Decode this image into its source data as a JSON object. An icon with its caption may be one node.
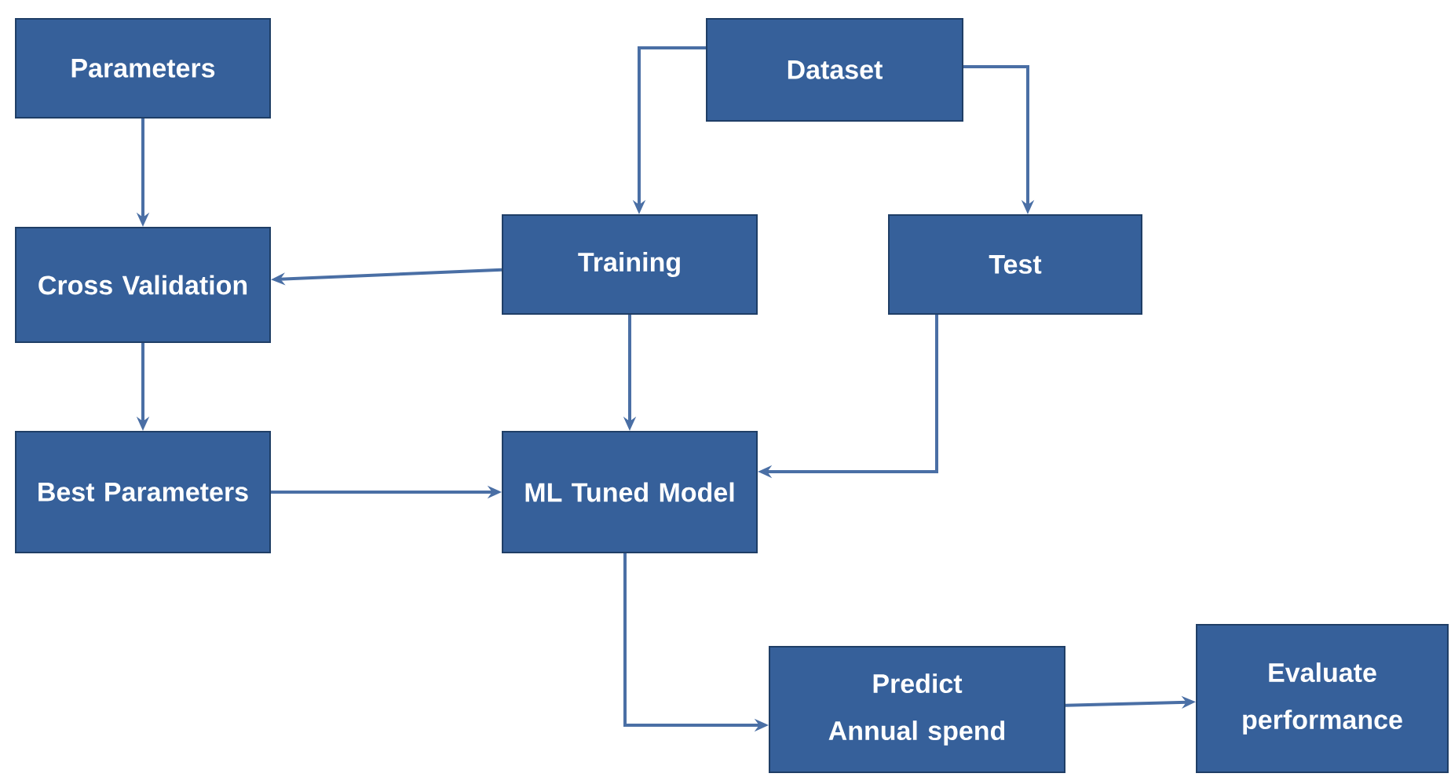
{
  "diagram": {
    "nodes": [
      {
        "text": [
          "Parameters"
        ]
      },
      {
        "text": [
          "Dataset"
        ]
      },
      {
        "text": [
          "Cross Validation"
        ]
      },
      {
        "text": [
          "Training"
        ]
      },
      {
        "text": [
          "Test"
        ]
      },
      {
        "text": [
          "Best Parameters"
        ]
      },
      {
        "text": [
          "ML Tuned Model"
        ]
      },
      {
        "text": [
          "Predict Annual spend"
        ]
      },
      {
        "text": [
          "Evaluate performance"
        ]
      }
    ],
    "edges": [
      {
        "from": 0,
        "to": 2,
        "arrow": "to"
      },
      {
        "from": 1,
        "to": 3,
        "arrow": "to"
      },
      {
        "from": 1,
        "to": 4,
        "arrow": "to"
      },
      {
        "from": 3,
        "to": 2,
        "arrow": "to"
      },
      {
        "from": 2,
        "to": 5,
        "arrow": "to"
      },
      {
        "from": 3,
        "to": 6,
        "arrow": "to"
      },
      {
        "from": 4,
        "to": 6,
        "arrow": "to"
      },
      {
        "from": 5,
        "to": 6,
        "arrow": "to"
      },
      {
        "from": 6,
        "to": 7,
        "arrow": "to"
      },
      {
        "from": 7,
        "to": 8,
        "arrow": "to"
      }
    ]
  }
}
